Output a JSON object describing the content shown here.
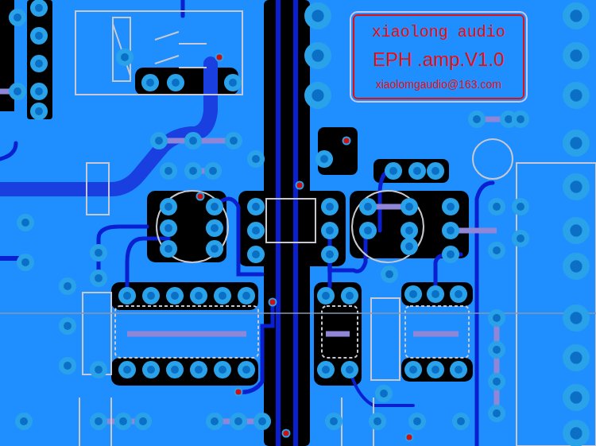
{
  "diagram": {
    "nodes": [
      {
        "text": [
          "xiaolong audio",
          "EPH .amp.V1.0",
          "xiaolomgaudio@163.com"
        ]
      }
    ]
  }
}
